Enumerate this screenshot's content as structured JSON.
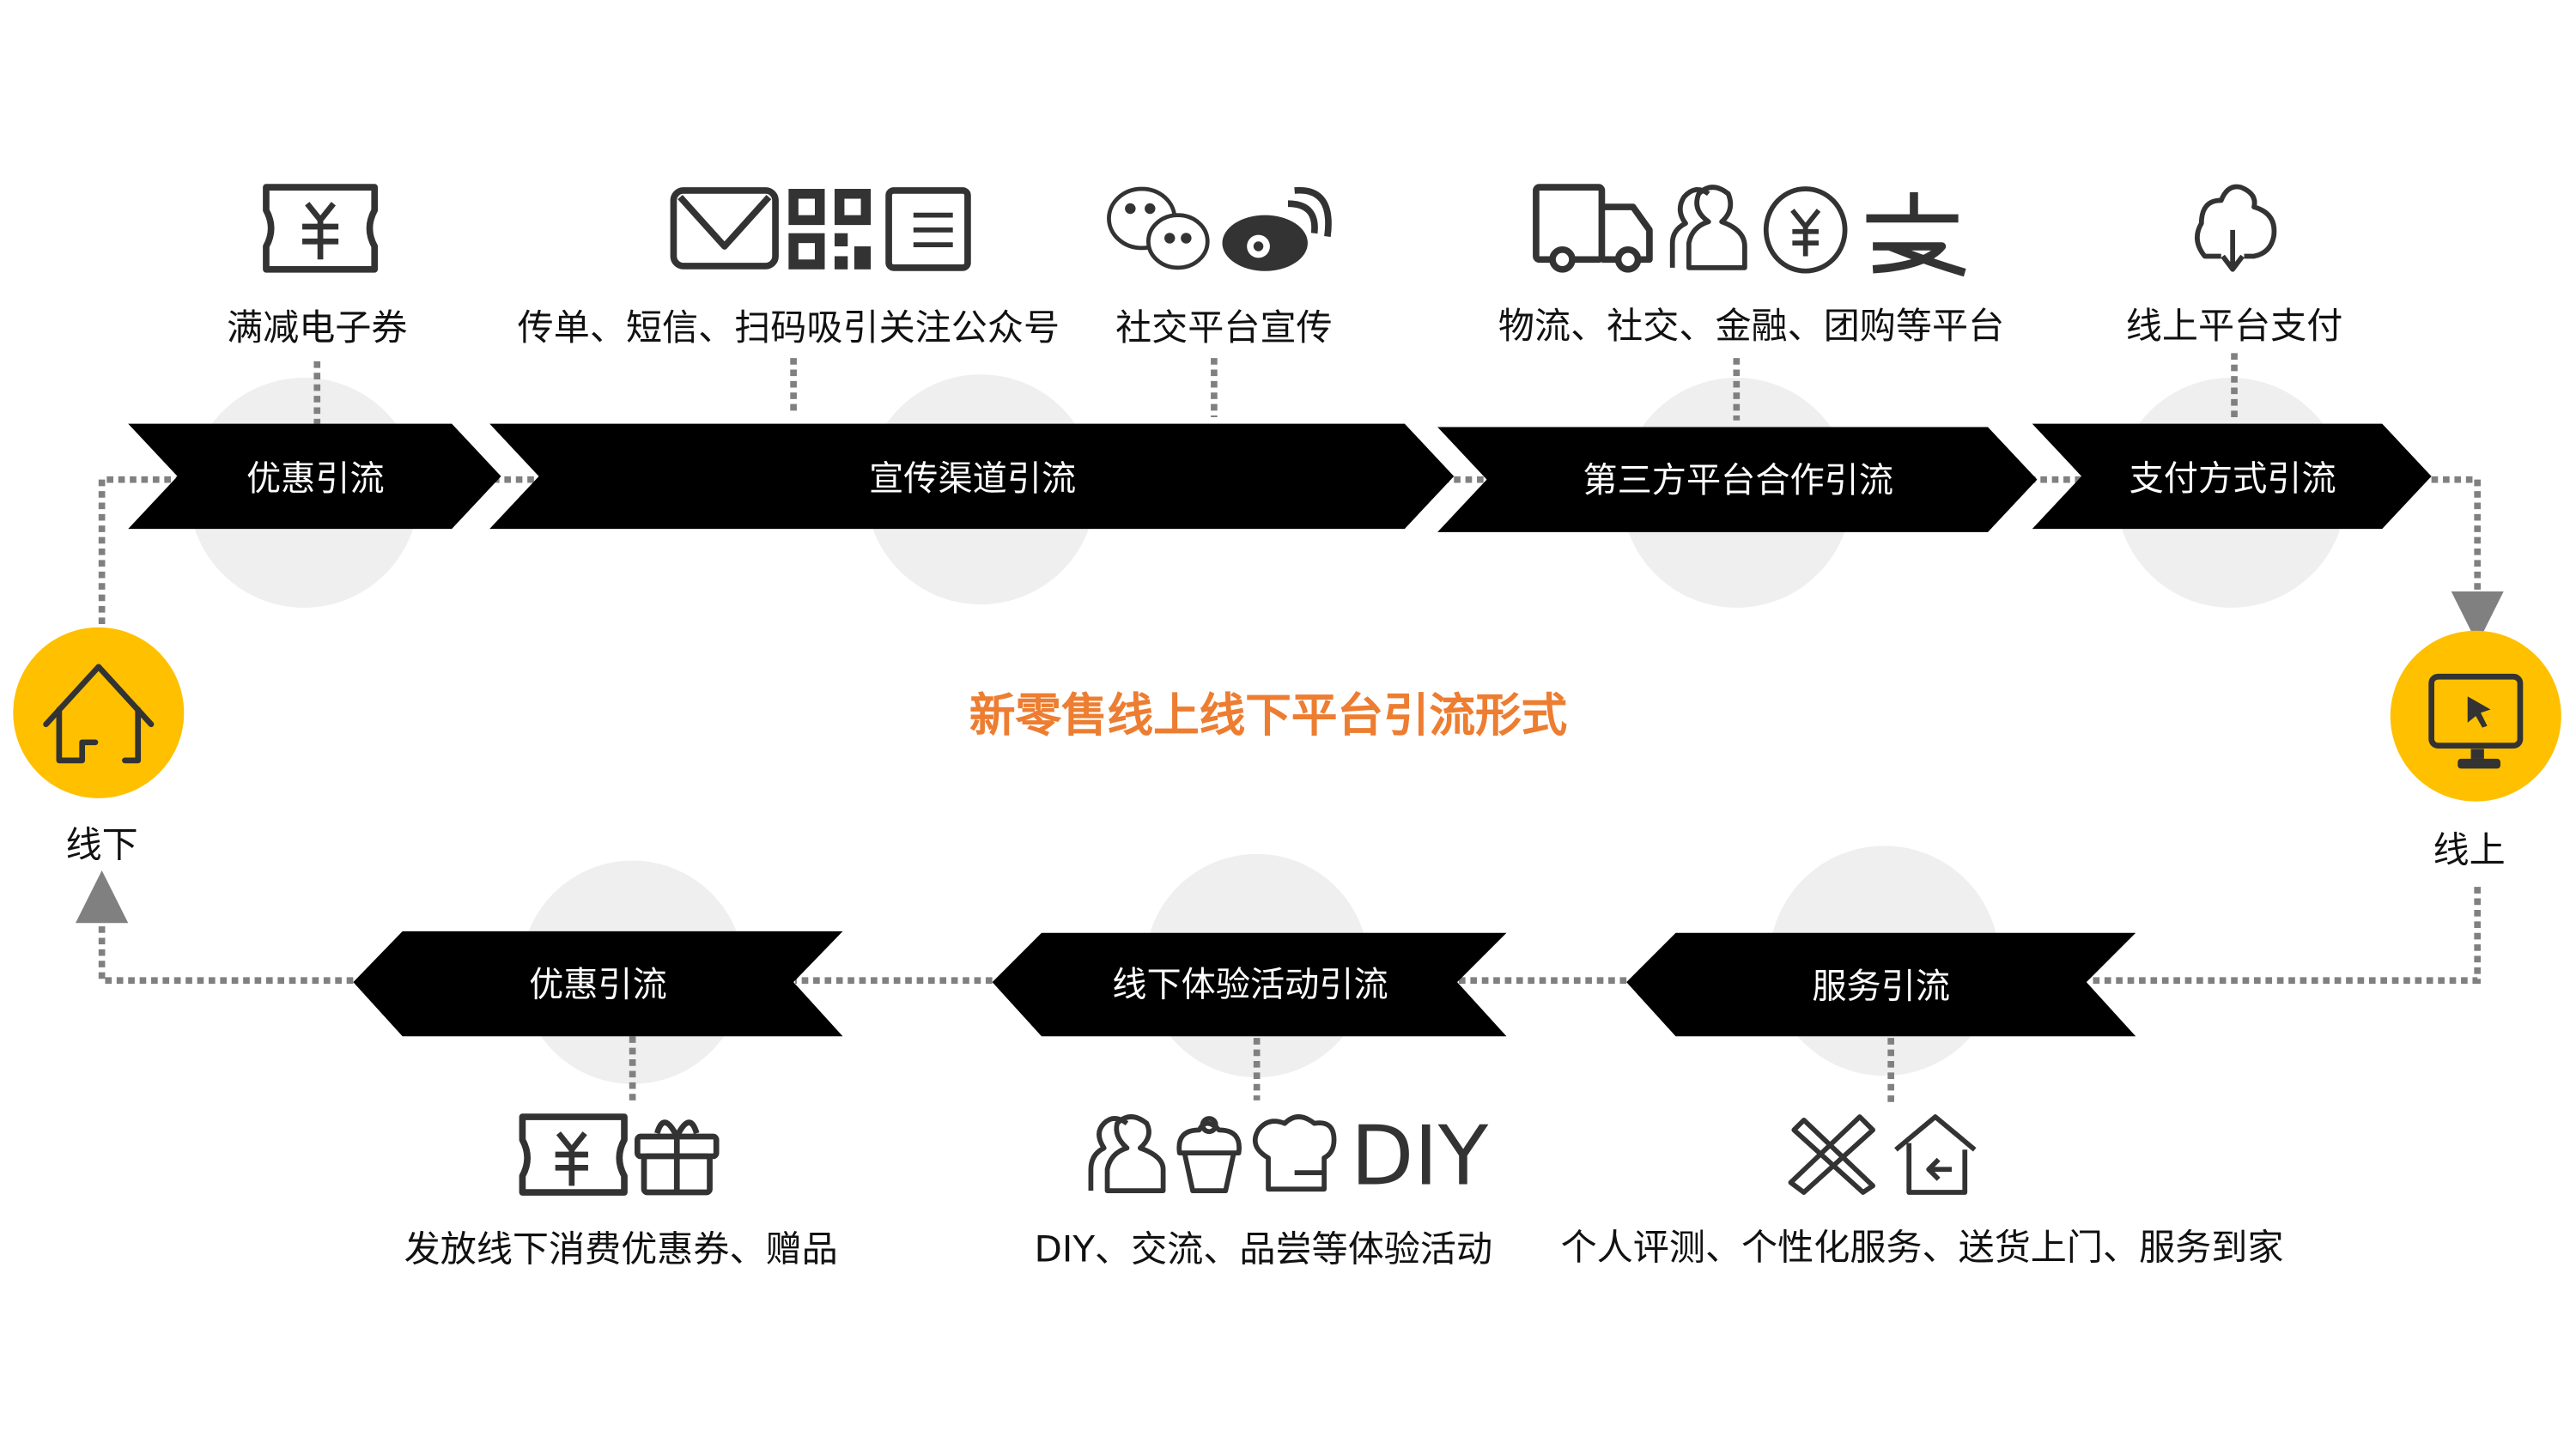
{
  "title": "新零售线上线下平台引流形式",
  "endpoints": {
    "offline": "线下",
    "online": "线上"
  },
  "top_steps": [
    {
      "label": "优惠引流",
      "desc": "满减电子券",
      "icons": [
        "coupon-icon"
      ]
    },
    {
      "label": "宣传渠道引流",
      "desc": "传单、短信、扫码吸引关注公众号",
      "desc2": "社交平台宣传",
      "icons": [
        "mail-icon",
        "qr-code-icon",
        "document-icon",
        "wechat-icon",
        "weibo-icon"
      ]
    },
    {
      "label": "第三方平台合作引流",
      "desc": "物流、社交、金融、团购等平台",
      "icons": [
        "truck-icon",
        "users-icon",
        "yuan-coin-icon",
        "alipay-icon"
      ]
    },
    {
      "label": "支付方式引流",
      "desc": "线上平台支付",
      "icons": [
        "cloud-download-icon"
      ]
    }
  ],
  "bottom_steps": [
    {
      "label": "优惠引流",
      "desc": "发放线下消费优惠券、赠品",
      "icons": [
        "coupon-icon",
        "gift-icon"
      ]
    },
    {
      "label": "线下体验活动引流",
      "desc": "DIY、交流、品尝等体验活动",
      "icon_text": "DIY",
      "icons": [
        "users-icon",
        "cupcake-icon",
        "chef-hat-icon"
      ]
    },
    {
      "label": "服务引流",
      "desc": "个人评测、个性化服务、送货上门、服务到家",
      "icons": [
        "tools-icon",
        "home-delivery-icon"
      ]
    }
  ],
  "colors": {
    "accent": "#ED7D31",
    "yellow": "#FFC000",
    "chevron": "#000000",
    "connector": "#808080",
    "circle": "#EFEFEF"
  }
}
